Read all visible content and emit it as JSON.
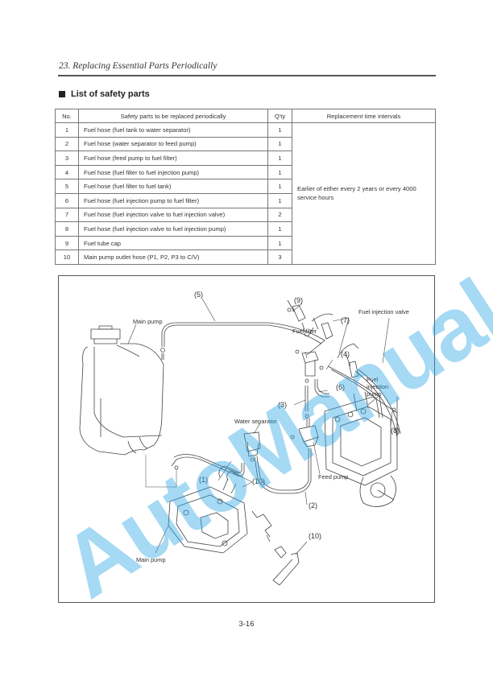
{
  "header": {
    "title": "23. Replacing Essential Parts Periodically"
  },
  "section": {
    "title": "List of safety parts"
  },
  "table": {
    "headers": [
      "No.",
      "Safety parts to be replaced periodically",
      "Q'ty",
      "Replacement time intervals"
    ],
    "rows": [
      {
        "no": "1",
        "part": "Fuel hose (fuel tank to water separator)",
        "qty": "1"
      },
      {
        "no": "2",
        "part": "Fuel hose (water separator to feed pump)",
        "qty": "1"
      },
      {
        "no": "3",
        "part": "Fuel hose (feed pump to fuel filter)",
        "qty": "1"
      },
      {
        "no": "4",
        "part": "Fuel hose (fuel filter to fuel injection pump)",
        "qty": "1"
      },
      {
        "no": "5",
        "part": "Fuel hose (fuel filter to fuel tank)",
        "qty": "1"
      },
      {
        "no": "6",
        "part": "Fuel hose (fuel injection pump to fuel filter)",
        "qty": "1"
      },
      {
        "no": "7",
        "part": "Fuel hose (fuel injection valve to fuel injection valve)",
        "qty": "2"
      },
      {
        "no": "8",
        "part": "Fuel hose (fuel injection valve to fuel injection pump)",
        "qty": "1"
      },
      {
        "no": "9",
        "part": "Fuel tube cap",
        "qty": "1"
      },
      {
        "no": "10",
        "part": "Main pump outlet hose (P1, P2, P3 to C/V)",
        "qty": "3"
      }
    ],
    "interval_line1": "Earlier of either every 2 years or every 4000",
    "interval_line2": "service hours"
  },
  "diagram": {
    "labels": {
      "main_pump_top": "Main pump",
      "fuel_filter": "Fuel filter",
      "fuel_injection_valve": "Fuel injection valve",
      "fuel_injection_pump_1": "Fuel",
      "fuel_injection_pump_2": "injection",
      "fuel_injection_pump_3": "pump",
      "water_separator": "Water separator",
      "feed_pump": "Feed pump",
      "main_pump_bottom": "Main pump"
    },
    "callouts": {
      "c1": "(1)",
      "c2": "(2)",
      "c3": "(3)",
      "c4": "(4)",
      "c5": "(5)",
      "c6": "(6)",
      "c7": "(7)",
      "c8": "(8)",
      "c9": "(9)",
      "c10a": "(10)",
      "c10b": "(10)"
    }
  },
  "watermark": "AutoManual",
  "colors": {
    "watermark": "#2aa7e6",
    "rule": "#555555",
    "text": "#333333"
  },
  "footer": {
    "page_number": "3-16"
  }
}
